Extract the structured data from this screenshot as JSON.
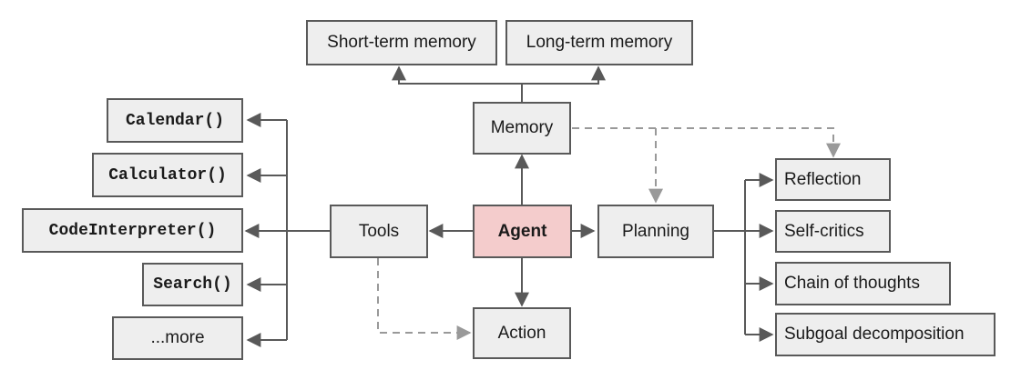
{
  "nodes": {
    "agent": "Agent",
    "memory": "Memory",
    "short_term_memory": "Short-term memory",
    "long_term_memory": "Long-term memory",
    "tools": "Tools",
    "action": "Action",
    "planning": "Planning",
    "tool_items": [
      "Calendar()",
      "Calculator()",
      "CodeInterpreter()",
      "Search()",
      "...more"
    ],
    "planning_items": [
      "Reflection",
      "Self-critics",
      "Chain of thoughts",
      "Subgoal decomposition"
    ]
  },
  "colors": {
    "agent_fill": "#f4cccc",
    "box_fill": "#eeeeee",
    "border": "#595959",
    "dashed_arrow": "#999999"
  }
}
